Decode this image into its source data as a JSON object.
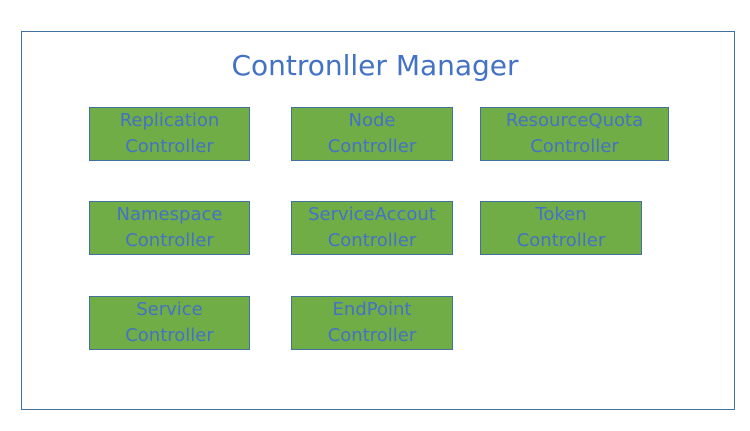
{
  "title": "Contronller Manager",
  "colors": {
    "box_fill": "#70ad47",
    "box_border": "#41719c",
    "text": "#4472c4",
    "frame_border": "#41719c"
  },
  "boxes": [
    {
      "line1": "Replication",
      "line2": "Controller"
    },
    {
      "line1": "Node",
      "line2": "Controller"
    },
    {
      "line1": "ResourceQuota",
      "line2": "Controller"
    },
    {
      "line1": "Namespace",
      "line2": "Controller"
    },
    {
      "line1": "ServiceAccout",
      "line2": "Controller"
    },
    {
      "line1": "Token",
      "line2": "Controller"
    },
    {
      "line1": "Service",
      "line2": "Controller"
    },
    {
      "line1": "EndPoint",
      "line2": "Controller"
    }
  ]
}
